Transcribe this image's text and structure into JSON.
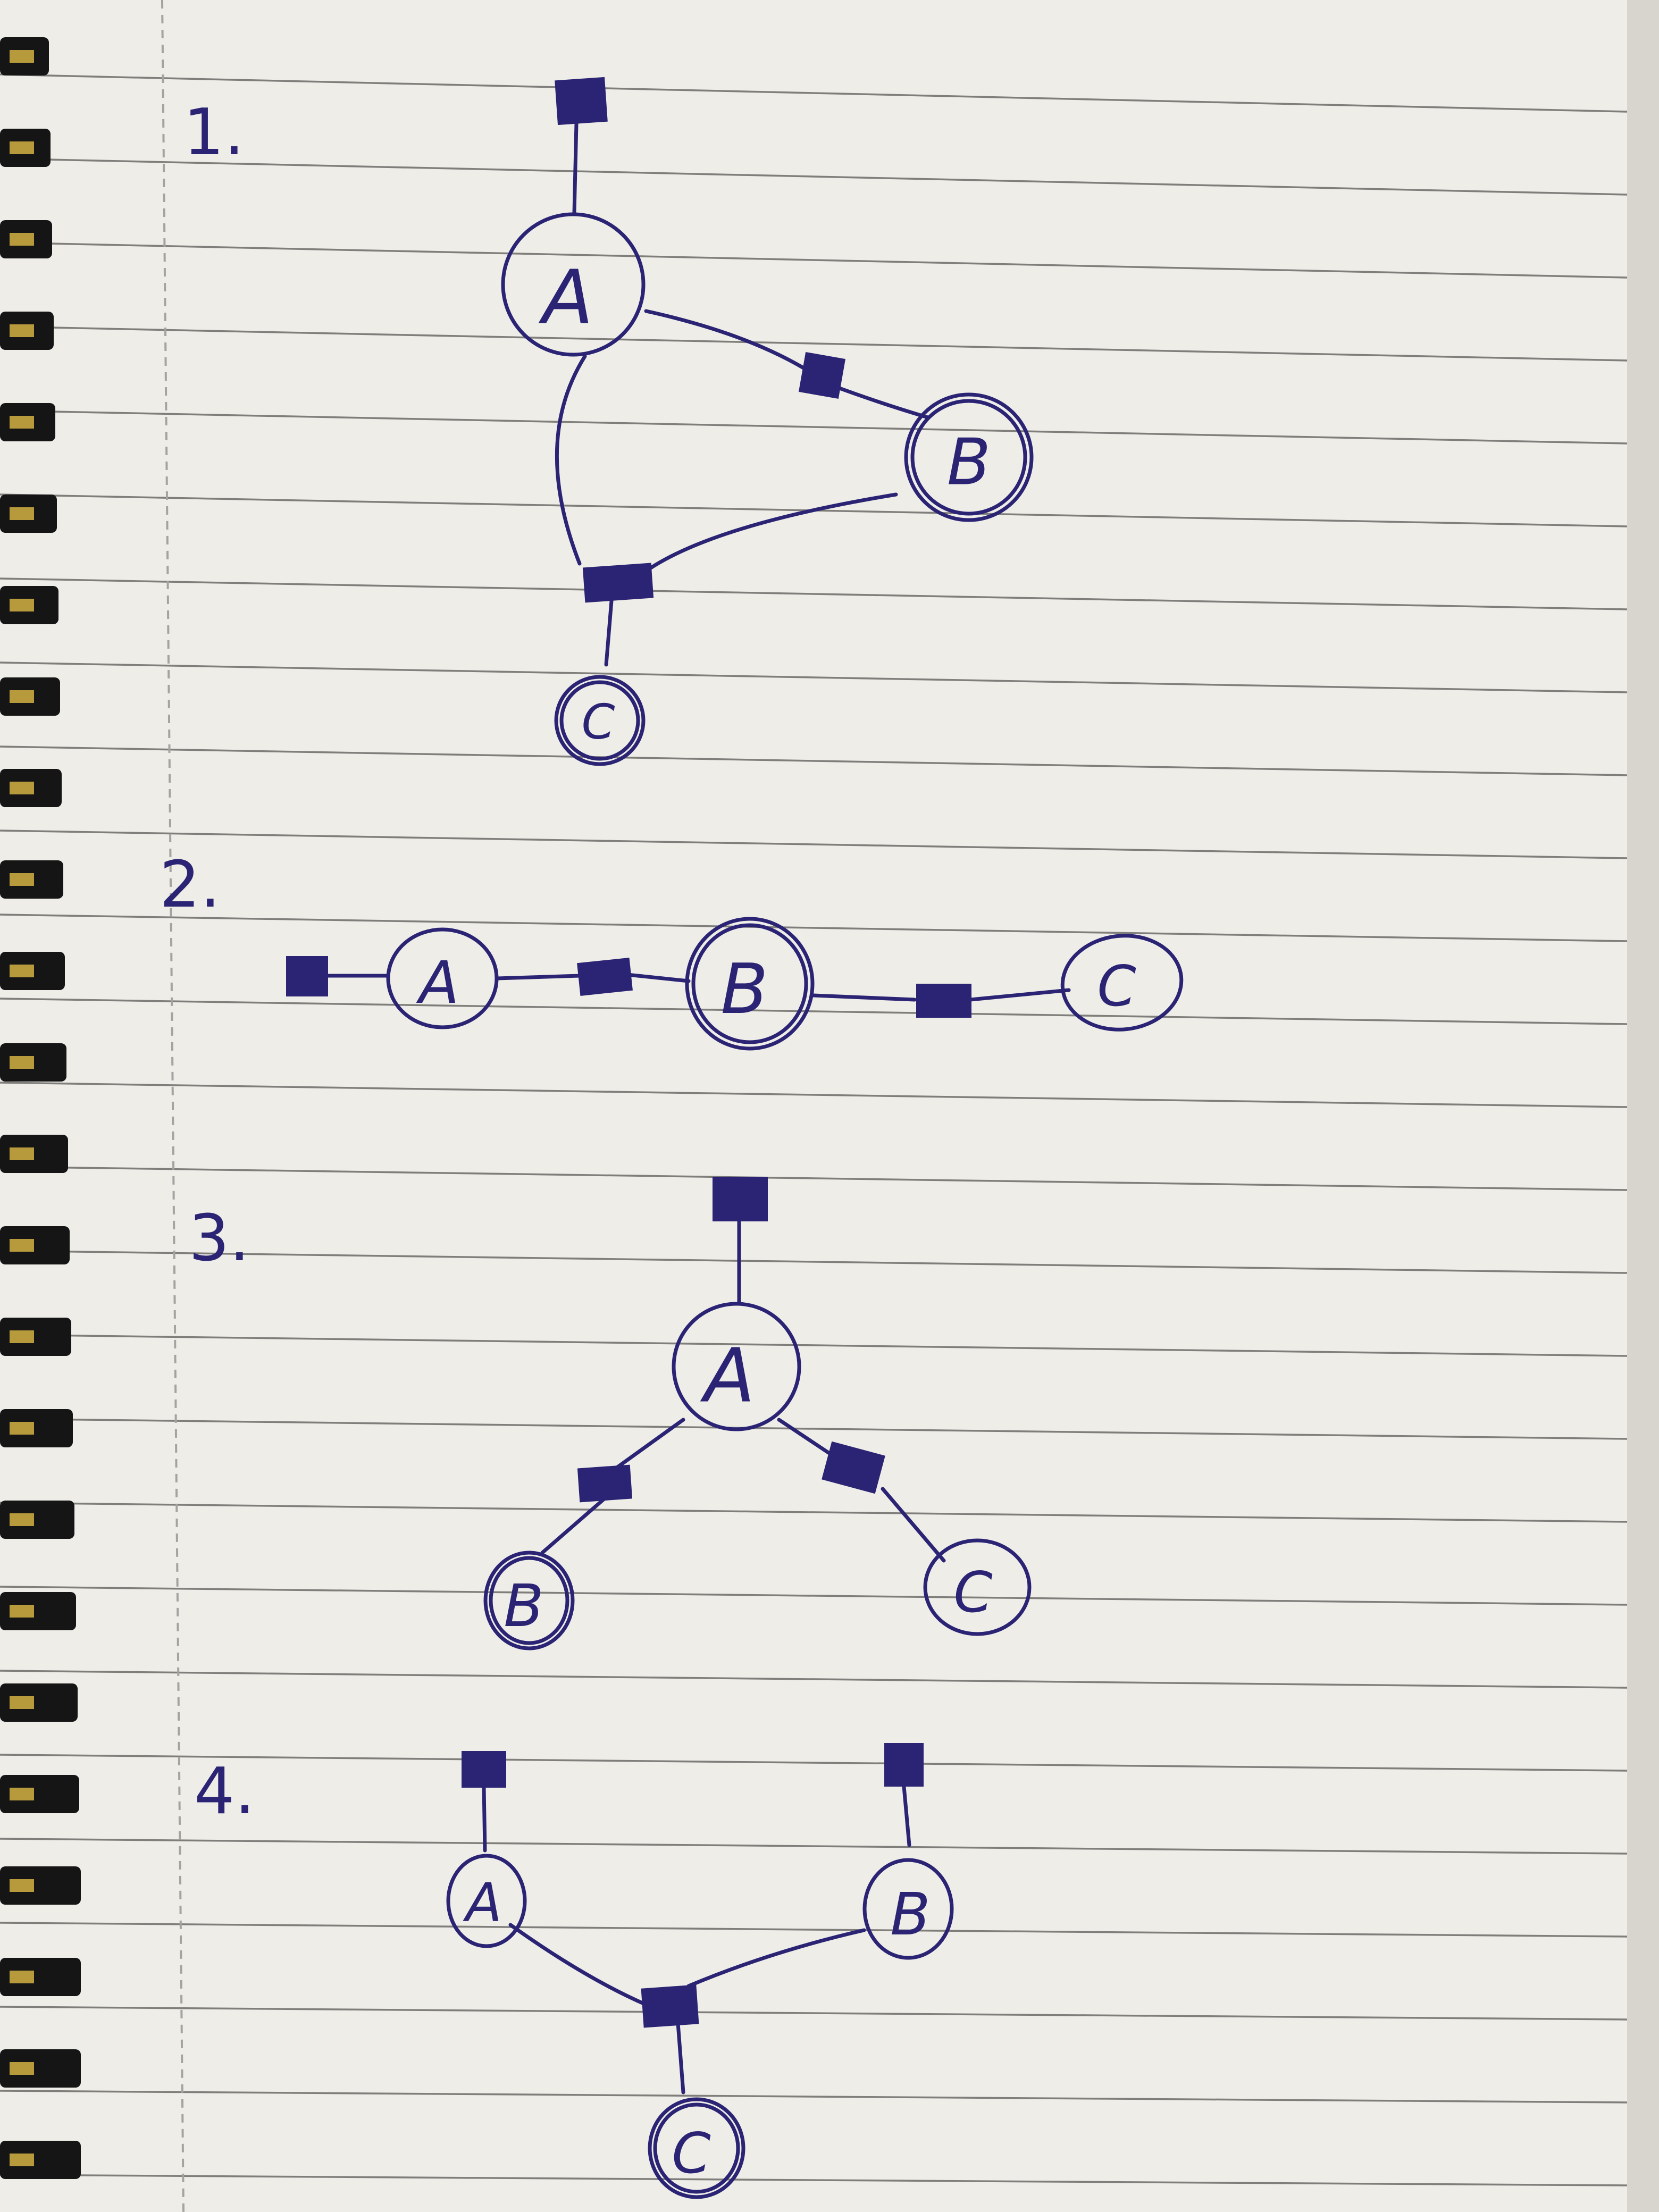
{
  "diagrams": [
    {
      "number": "1.",
      "nodes": {
        "a": "A",
        "b": "B",
        "c": "C"
      }
    },
    {
      "number": "2.",
      "nodes": {
        "a": "A",
        "b": "B",
        "c": "C"
      }
    },
    {
      "number": "3.",
      "nodes": {
        "a": "A",
        "b": "B",
        "c": "C"
      }
    },
    {
      "number": "4.",
      "nodes": {
        "a": "A",
        "b": "B",
        "c": "C"
      }
    }
  ],
  "colors": {
    "ink": "#2b2474",
    "paper": "#f3f1ec",
    "rule_line": "#7f7e7a",
    "spiral": "#151515"
  }
}
